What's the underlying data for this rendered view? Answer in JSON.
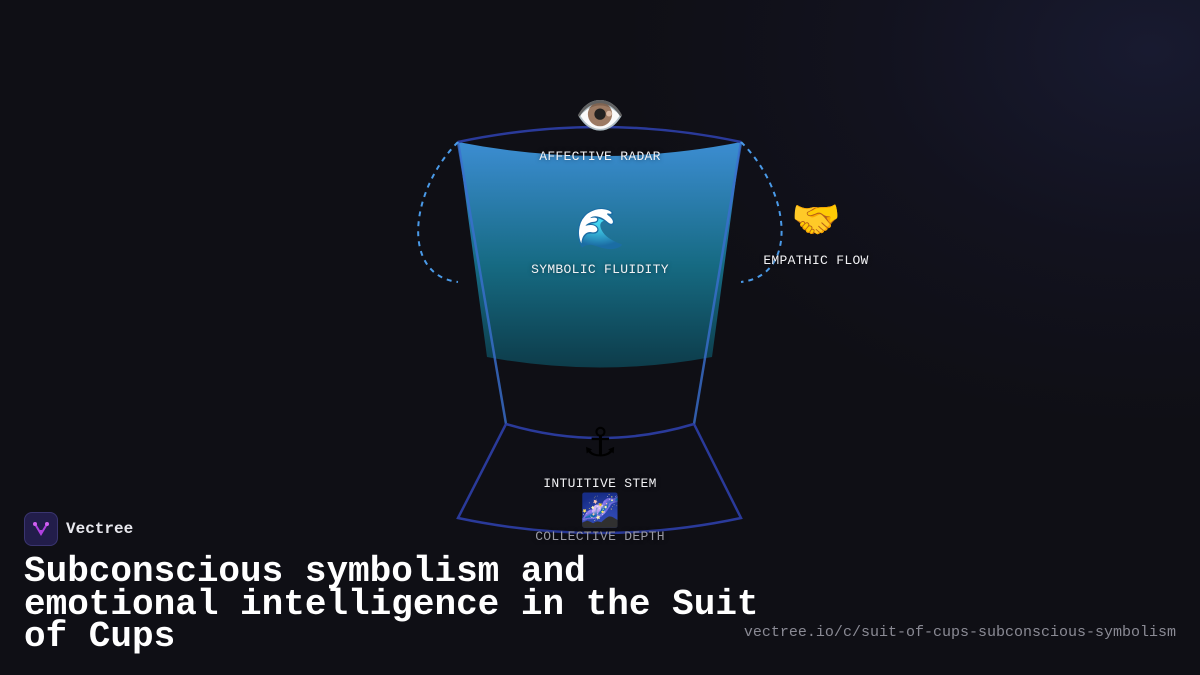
{
  "diagram": {
    "nodes": [
      {
        "label": "AFFECTIVE RADAR",
        "icon": "eye-icon",
        "emoji": "👁️"
      },
      {
        "label": "SYMBOLIC FLUIDITY",
        "icon": "water-wave-icon",
        "emoji": "🌊"
      },
      {
        "label": "EMPATHIC FLOW",
        "icon": "handshake-icon",
        "emoji": "🤝"
      },
      {
        "label": "INTUITIVE STEM",
        "icon": "anchor-icon",
        "emoji": "⚓"
      },
      {
        "label": "COLLECTIVE DEPTH",
        "icon": "milky-way-icon",
        "emoji": "🌌"
      }
    ],
    "colors": {
      "outline": "#2a3a9a",
      "fill_top": "#3a8ad0",
      "fill_bottom": "#0e3f4e",
      "handle": "#4a9ae8"
    }
  },
  "brand": {
    "name": "Vectree",
    "logo_color": "#b040e0"
  },
  "title": "Subconscious symbolism and emotional intelligence in the Suit of Cups",
  "url": "vectree.io/c/suit-of-cups-subconscious-symbolism"
}
